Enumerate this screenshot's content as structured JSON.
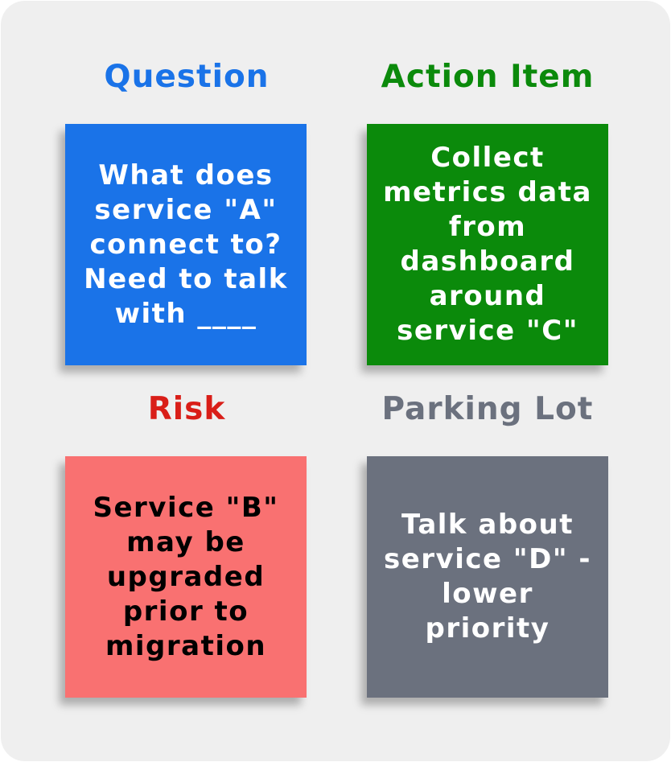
{
  "quadrants": [
    {
      "heading": "Question",
      "heading_color": "#1a73e8",
      "note_text": "What does\nservice \"A\"\nconnect to?\nNeed to talk\nwith ____",
      "note_color": "#1a73e8",
      "text_color": "#ffffff"
    },
    {
      "heading": "Action Item",
      "heading_color": "#0b8a0b",
      "note_text": "Collect\nmetrics data\nfrom\ndashboard\naround\nservice \"C\"",
      "note_color": "#0b8a0b",
      "text_color": "#ffffff"
    },
    {
      "heading": "Risk",
      "heading_color": "#d91e18",
      "note_text": "Service \"B\"\nmay be\nupgraded\nprior to\nmigration",
      "note_color": "#f97171",
      "text_color": "#000000"
    },
    {
      "heading": "Parking Lot",
      "heading_color": "#6b717e",
      "note_text": "Talk about\nservice \"D\" -\nlower\npriority",
      "note_color": "#6b717e",
      "text_color": "#ffffff"
    }
  ]
}
